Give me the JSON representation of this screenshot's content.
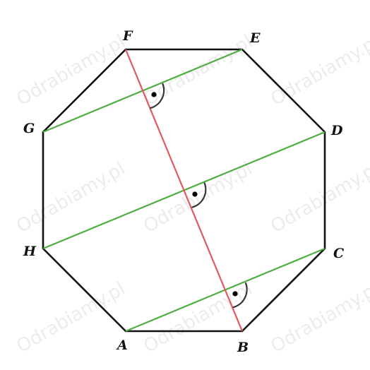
{
  "figure": {
    "vertices": [
      "A",
      "B",
      "C",
      "D",
      "E",
      "F",
      "G",
      "H"
    ],
    "segments": [
      {
        "from": "F",
        "to": "B",
        "color": "#e05a5a"
      },
      {
        "from": "G",
        "to": "E",
        "color": "#4caf3f"
      },
      {
        "from": "H",
        "to": "D",
        "color": "#4caf3f"
      },
      {
        "from": "A",
        "to": "C",
        "color": "#4caf3f"
      }
    ],
    "right_angle_marks": 3,
    "colors": {
      "outline": "#111111",
      "red_line": "#e05a5a",
      "green_line": "#4caf3f",
      "angle_mark": "#333333",
      "watermark": "#c9c9c9"
    },
    "watermark": "Odrabiamy.pl"
  }
}
